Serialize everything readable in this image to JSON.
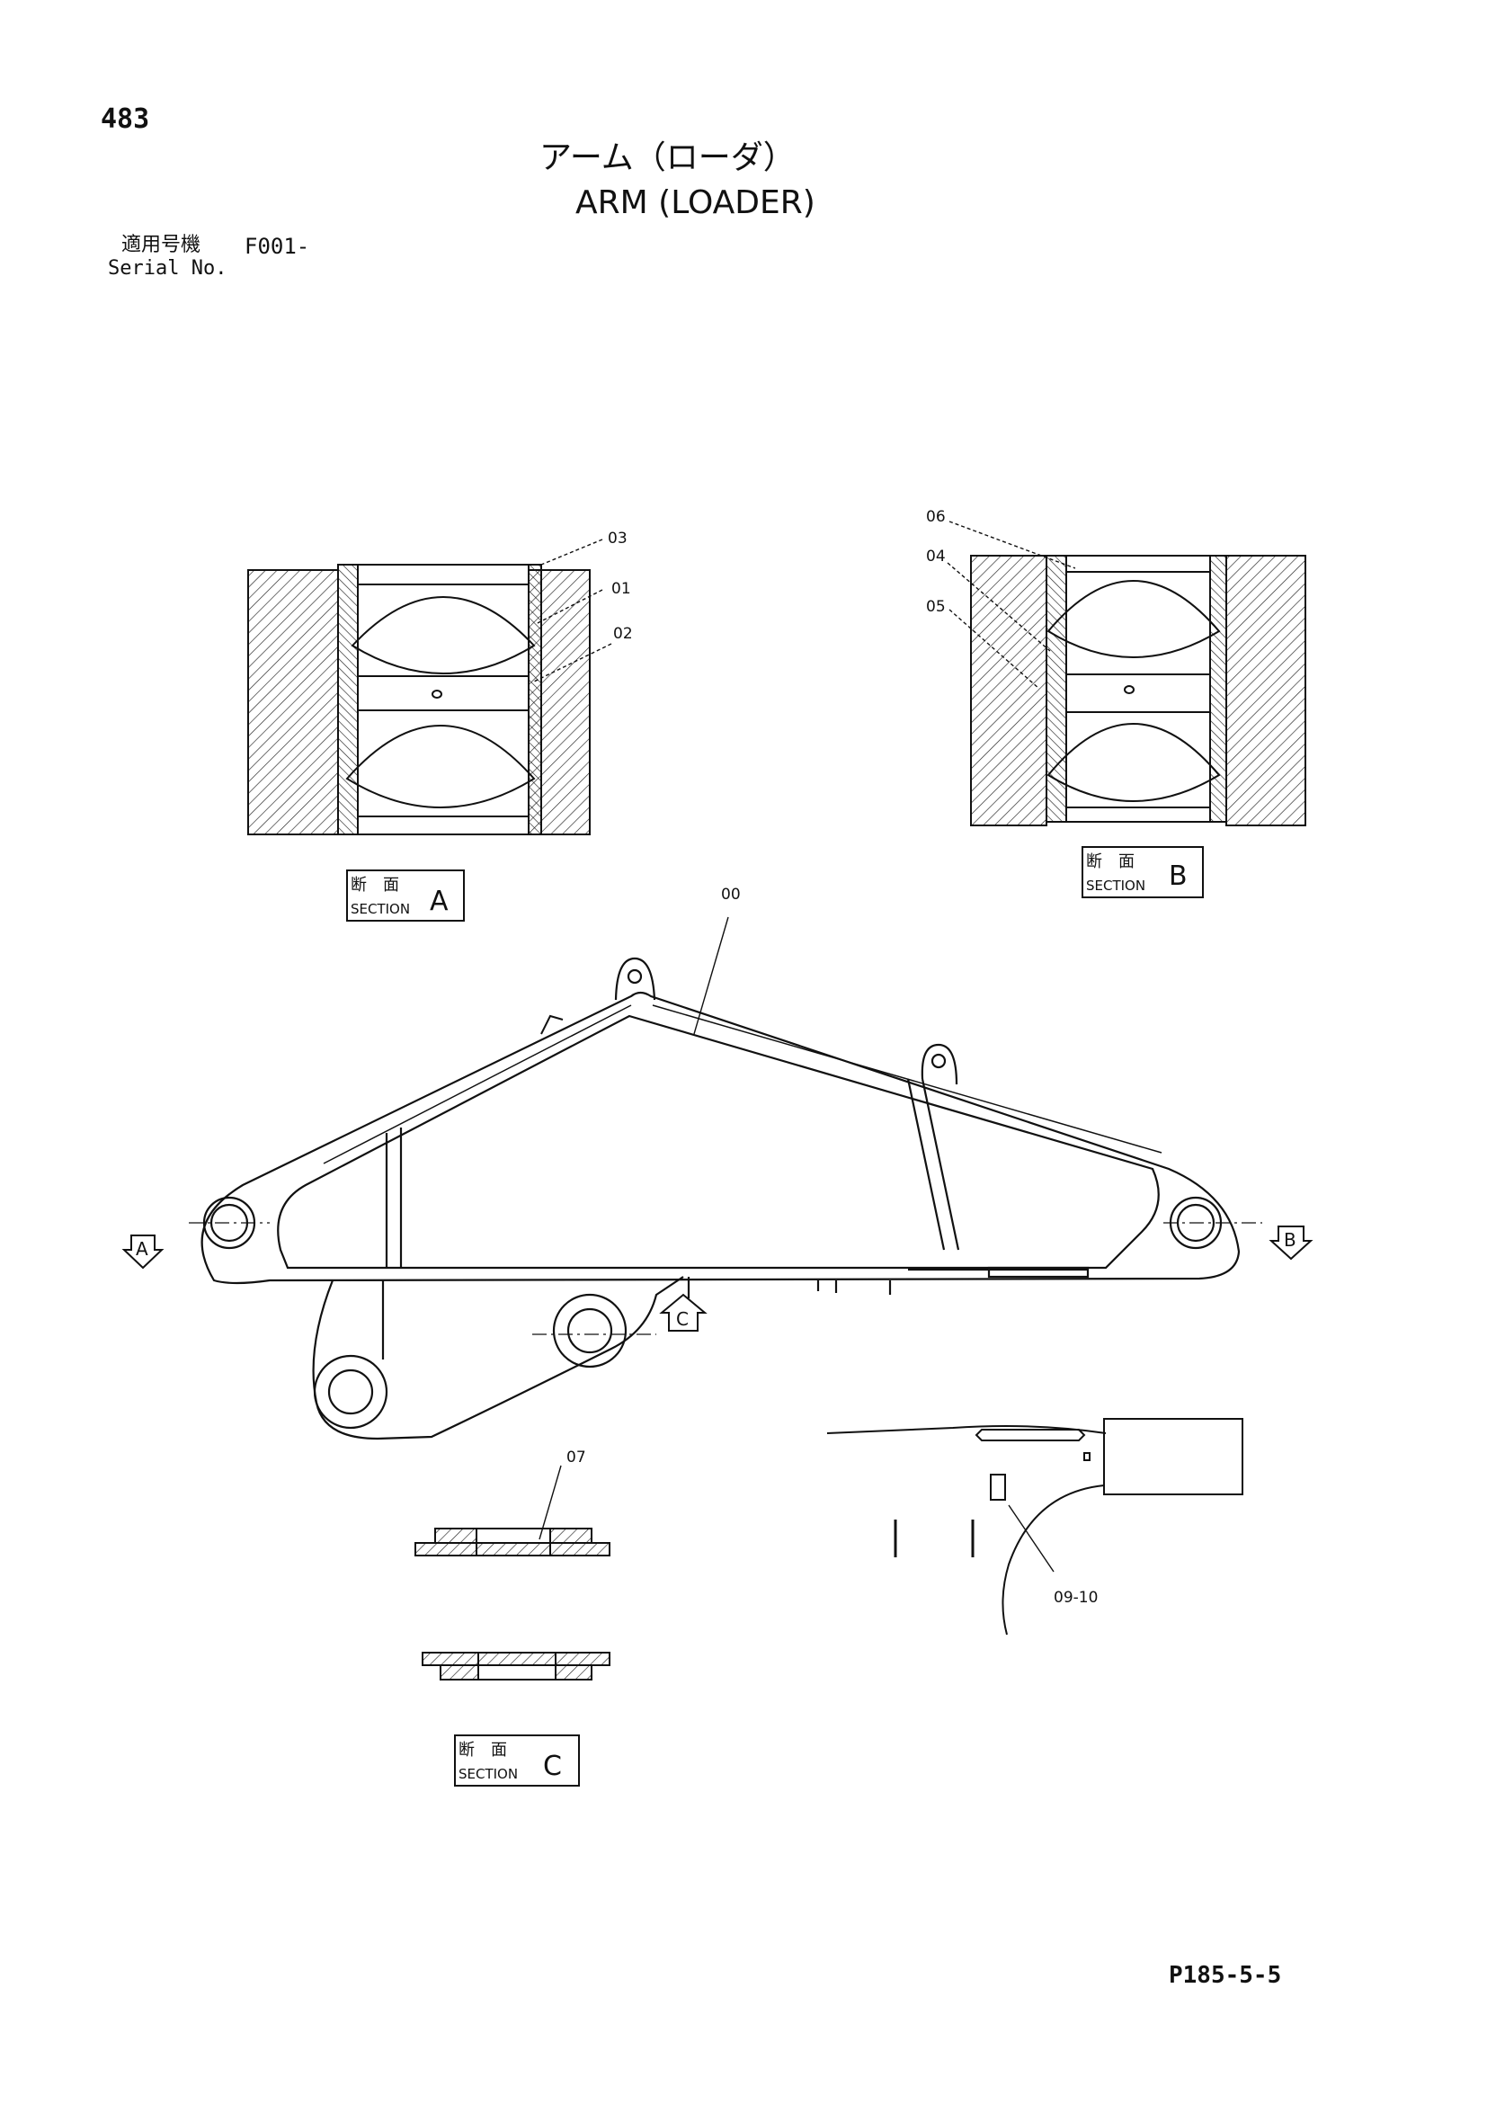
{
  "header": {
    "page_number": "483",
    "title_ja": "アーム（ローダ）",
    "title_en": "ARM (LOADER)",
    "serial_label_ja": "適用号機",
    "serial_value": "F001-",
    "serial_label_en": "Serial No."
  },
  "sections": {
    "a": {
      "label_ja": "断　面",
      "label_en": "SECTION",
      "letter": "A"
    },
    "b": {
      "label_ja": "断　面",
      "label_en": "SECTION",
      "letter": "B"
    },
    "c": {
      "label_ja": "断　面",
      "label_en": "SECTION",
      "letter": "C"
    }
  },
  "callouts": {
    "p00": "00",
    "p01": "01",
    "p02": "02",
    "p03": "03",
    "p04": "04",
    "p05": "05",
    "p06": "06",
    "p07": "07",
    "p0910": "09-10"
  },
  "view_markers": {
    "a": "A",
    "b": "B",
    "c": "C"
  },
  "footer": {
    "doc_code": "P185-5-5"
  },
  "colors": {
    "line": "#111111",
    "paper": "#ffffff"
  }
}
